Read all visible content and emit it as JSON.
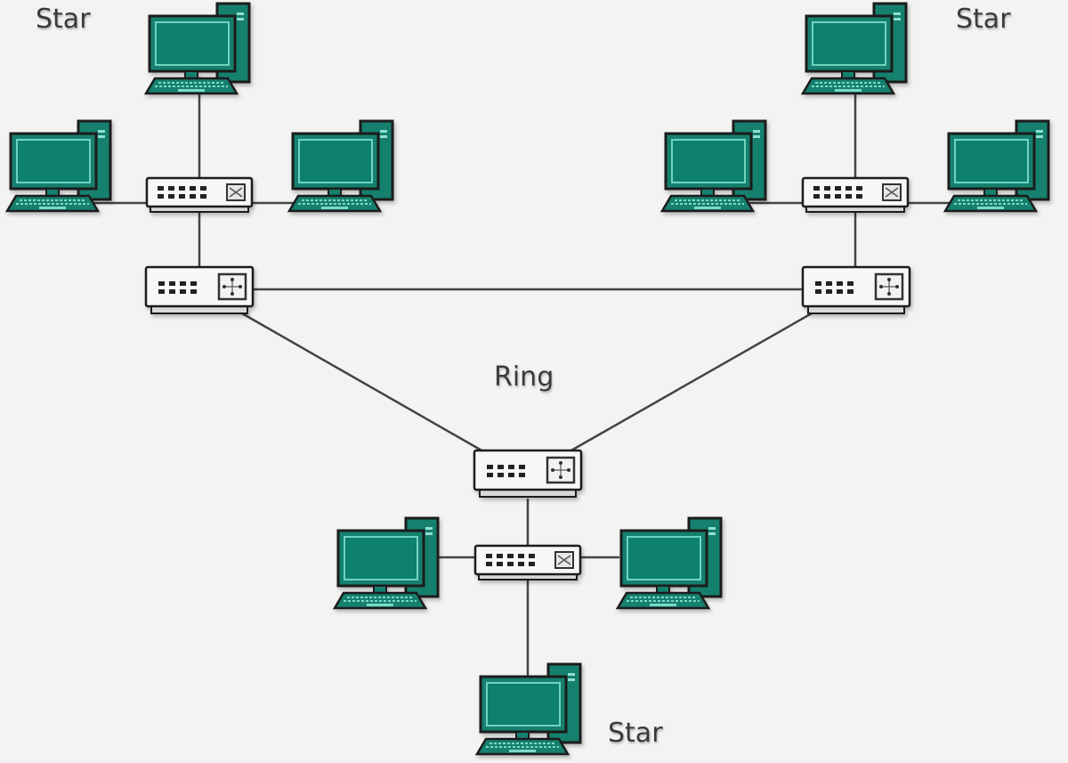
{
  "diagram": {
    "type": "hybrid network topology (star-ring)",
    "colors": {
      "background": "#f3f3f2",
      "computer_body": "#12806e",
      "computer_screen": "#118070",
      "computer_bezel_highlight": "#6fd3c0",
      "outline": "#1b1b1b",
      "switch_body": "#f7f7f5",
      "link": "#444444",
      "label_text": "#3a3a3a"
    },
    "labels": {
      "top_left_star": "Star",
      "top_right_star": "Star",
      "ring": "Ring",
      "bottom_star": "Star"
    },
    "groups": [
      {
        "name": "top-left-star",
        "topology": "Star",
        "hub": "switch-tl",
        "computers": [
          "pc-tl-top",
          "pc-tl-left",
          "pc-tl-right"
        ]
      },
      {
        "name": "top-right-star",
        "topology": "Star",
        "hub": "switch-tr",
        "computers": [
          "pc-tr-top",
          "pc-tr-left",
          "pc-tr-right"
        ]
      },
      {
        "name": "bottom-star",
        "topology": "Star",
        "hub": "switch-b",
        "computers": [
          "pc-b-left",
          "pc-b-right",
          "pc-b-bottom"
        ]
      },
      {
        "name": "ring",
        "topology": "Ring",
        "nodes": [
          "ring-switch-left",
          "ring-switch-right",
          "ring-switch-bottom"
        ]
      }
    ],
    "links": [
      [
        "pc-tl-top",
        "switch-tl"
      ],
      [
        "pc-tl-left",
        "switch-tl"
      ],
      [
        "pc-tl-right",
        "switch-tl"
      ],
      [
        "switch-tl",
        "ring-switch-left"
      ],
      [
        "pc-tr-top",
        "switch-tr"
      ],
      [
        "pc-tr-left",
        "switch-tr"
      ],
      [
        "pc-tr-right",
        "switch-tr"
      ],
      [
        "switch-tr",
        "ring-switch-right"
      ],
      [
        "ring-switch-left",
        "ring-switch-right"
      ],
      [
        "ring-switch-left",
        "ring-switch-bottom"
      ],
      [
        "ring-switch-right",
        "ring-switch-bottom"
      ],
      [
        "ring-switch-bottom",
        "switch-b"
      ],
      [
        "pc-b-left",
        "switch-b"
      ],
      [
        "pc-b-right",
        "switch-b"
      ],
      [
        "pc-b-bottom",
        "switch-b"
      ]
    ]
  }
}
